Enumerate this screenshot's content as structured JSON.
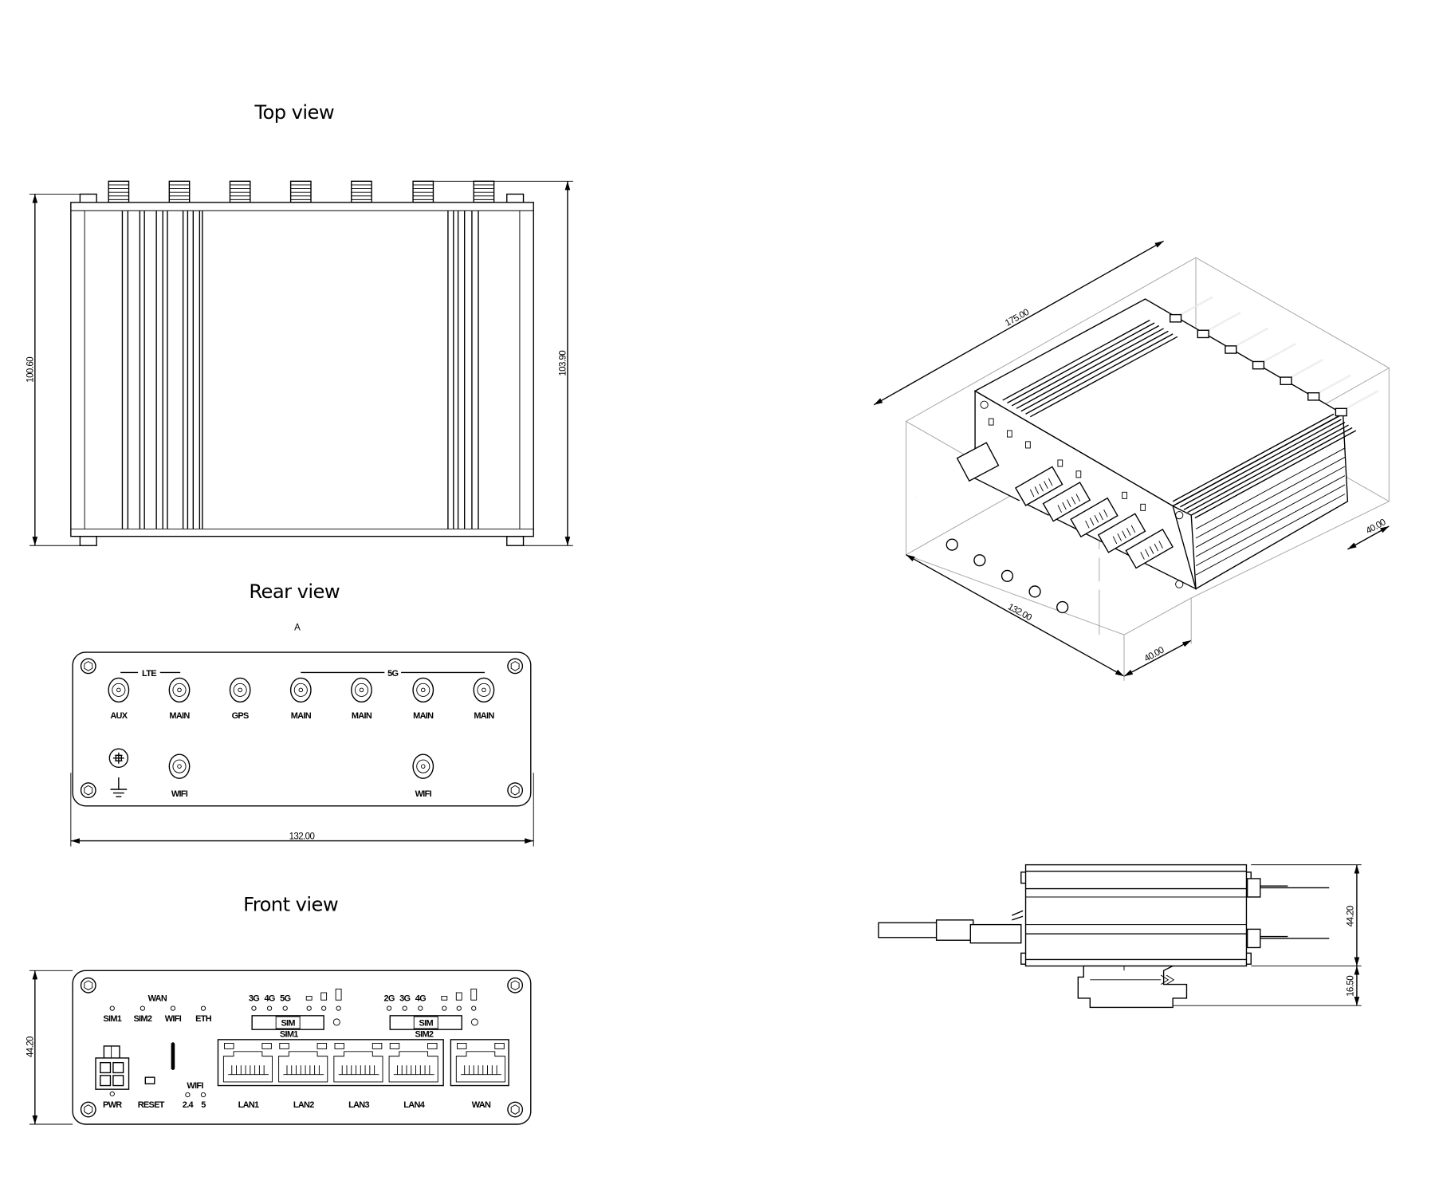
{
  "views": {
    "top": {
      "title": "Top view",
      "dim_left": "100.60",
      "dim_right": "103.90"
    },
    "rear": {
      "title": "Rear view",
      "marker": "A",
      "group_lte": "LTE",
      "group_5g": "5G",
      "connectors": [
        "AUX",
        "MAIN",
        "GPS",
        "MAIN",
        "MAIN",
        "MAIN",
        "MAIN"
      ],
      "wifi_left": "WIFI",
      "wifi_right": "WIFI",
      "dim_width": "132.00"
    },
    "front": {
      "title": "Front view",
      "dim_height": "44.20",
      "wan_group": "WAN",
      "wan_leds": [
        "SIM1",
        "SIM2",
        "WIFI",
        "ETH"
      ],
      "sim1_bands": [
        "3G",
        "4G",
        "5G"
      ],
      "sim2_bands": [
        "2G",
        "3G",
        "4G"
      ],
      "sim_slot_label": "SIM",
      "sim1_label": "SIM1",
      "sim2_label": "SIM2",
      "pwr": "PWR",
      "reset": "RESET",
      "wifi_group": "WIFI",
      "wifi_bands": [
        "2.4",
        "5"
      ],
      "ports": [
        "LAN1",
        "LAN2",
        "LAN3",
        "LAN4",
        "WAN"
      ]
    },
    "isometric": {
      "dim_length": "175.00",
      "dim_width": "132.00",
      "dim_depth": "40.00",
      "dim_height": "40.00"
    },
    "side": {
      "dim_body": "44.20",
      "dim_din": "16.50"
    }
  }
}
